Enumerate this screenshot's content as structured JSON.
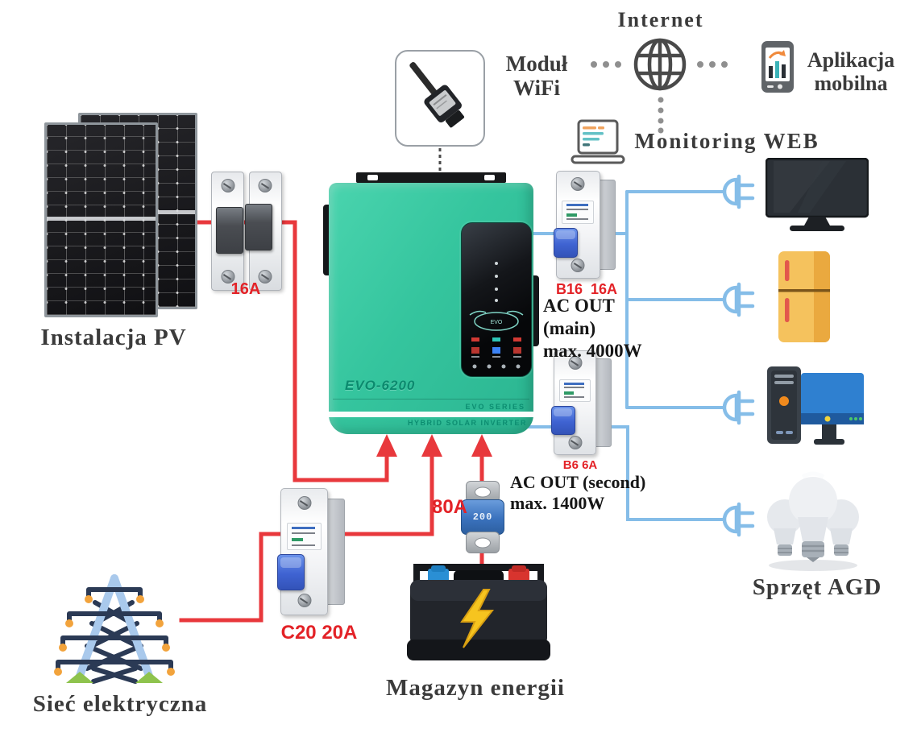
{
  "colors": {
    "wire-red": "#e8383c",
    "wire-blue": "#85bde8",
    "inverter-teal": "#3cc7a1",
    "label-red": "#e32227",
    "text-dark": "#3b3b3b"
  },
  "top": {
    "internet": "Internet",
    "wifi_module": [
      "Moduł",
      "WiFi"
    ],
    "mobile_app": [
      "Aplikacja",
      "mobilna"
    ],
    "web_monitoring": "Monitoring WEB"
  },
  "sources": {
    "pv_label": "Instalacja PV",
    "grid_label": "Sieć elektryczna",
    "battery_label": "Magazyn energii"
  },
  "appliances_label": "Sprzęt AGD",
  "inverter": {
    "model": "EVO-6200",
    "series": "EVO SERIES",
    "type": "HYBRID SOLAR INVERTER",
    "display_logo": "EVO"
  },
  "protection": {
    "pv_fuse": "16A",
    "grid_breaker": "C20 20A",
    "battery_fuse": "80A",
    "battery_fuse_marking": "200",
    "ac_main_breaker": "B16  16A",
    "ac_second_breaker": "B6 6A"
  },
  "outputs": {
    "ac_main": [
      "AC OUT",
      "(main)",
      "max. 4000W"
    ],
    "ac_second": [
      "AC OUT (second)",
      "max. 1400W"
    ]
  }
}
